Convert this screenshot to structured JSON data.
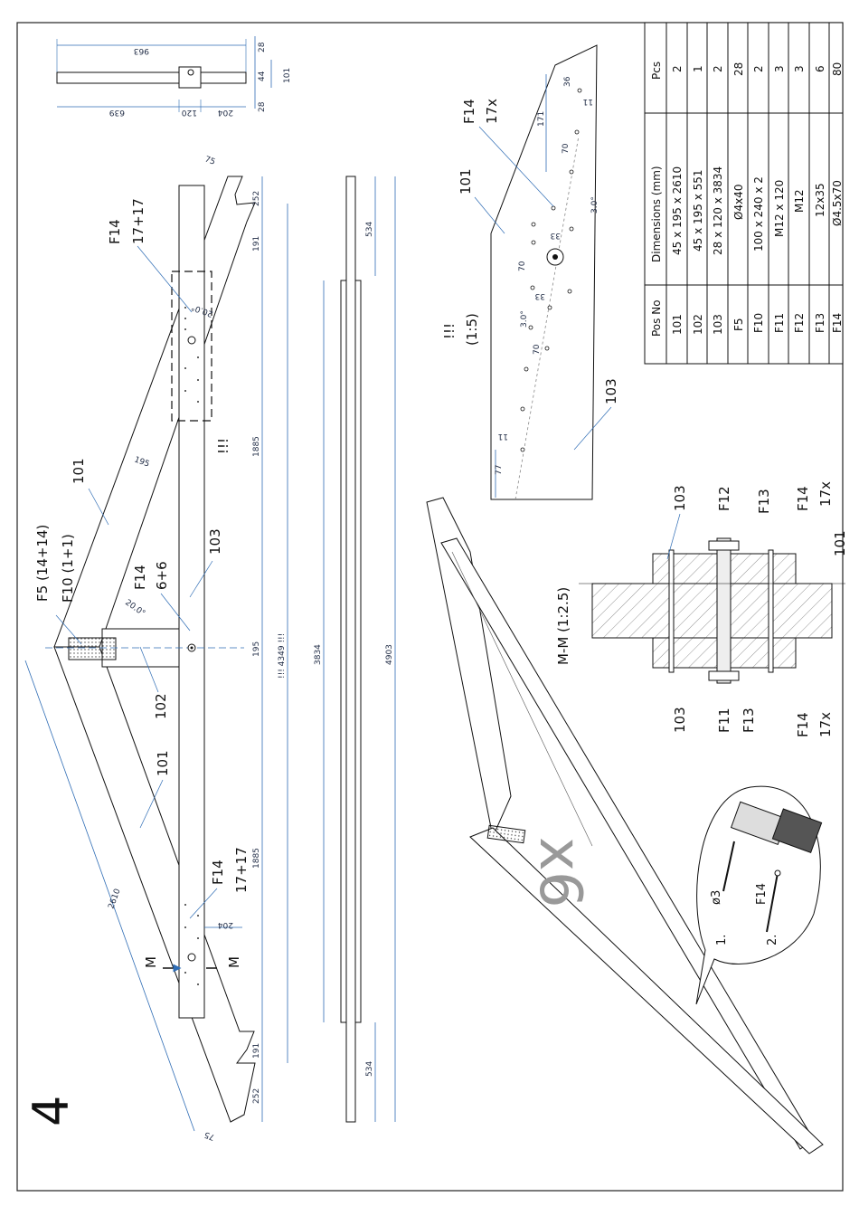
{
  "sheet": {
    "step_number": "4",
    "multiplier": "x6"
  },
  "parts_table": {
    "headers": [
      "Pos No",
      "Dimensions (mm)",
      "Pcs"
    ],
    "rows": [
      [
        "101",
        "45 x 195 x 2610",
        "2"
      ],
      [
        "102",
        "45 x 195 x 551",
        "1"
      ],
      [
        "103",
        "28 x 120 x 3834",
        "2"
      ],
      [
        "F5",
        "Ø4x40",
        "28"
      ],
      [
        "F10",
        "100 x 240 x  2",
        "2"
      ],
      [
        "F11",
        "M12 x 120",
        "3"
      ],
      [
        "F12",
        "M12",
        "3"
      ],
      [
        "F13",
        "12x35",
        "6"
      ],
      [
        "F14",
        "Ø4.5x70",
        "80"
      ]
    ]
  },
  "main_view": {
    "part_labels": {
      "p101_upper": "101",
      "p101_lower": "101",
      "p102": "102",
      "p103": "103",
      "f5": "F5 (14+14)",
      "f10": "F10 (1+1)",
      "f14_center": "F14",
      "f14_center_qty": "6+6",
      "f14_top": "F14",
      "f14_top_qty": "17+17",
      "f14_bottom": "F14",
      "f14_bottom_qty": "17+17",
      "warn": "!!!",
      "section_m1": "M",
      "section_m2": "M"
    },
    "dims": {
      "d2610": "2610",
      "d75a": "75",
      "d75b": "75",
      "d195": "195",
      "d252a": "252",
      "d191a": "191",
      "d1885a": "1885",
      "d195b": "195",
      "d4349": "!!! 4349 !!!",
      "d1885b": "1885",
      "d191b": "191",
      "d252b": "252",
      "d204": "204",
      "a20a": "20.0°",
      "a20b": "20.0°"
    }
  },
  "top_view": {
    "dims": {
      "d963": "963",
      "d28a": "28",
      "d44": "44",
      "d101": "101",
      "d28b": "28",
      "d639": "639",
      "d120": "120",
      "d204": "204"
    }
  },
  "side_view": {
    "dims": {
      "d534a": "534",
      "d3834": "3834",
      "d4903": "4903",
      "d534b": "534"
    }
  },
  "detail_view": {
    "title": "!!!",
    "scale": "(1:5)",
    "labels": {
      "f14": "F14",
      "f14_qty": "17x",
      "p101": "101",
      "p103": "103"
    },
    "dims": {
      "d36": "36",
      "d11a": "11",
      "d171": "171",
      "d70a": "70",
      "a30a": "3.0°",
      "d33a": "33",
      "d70b": "70",
      "d33b": "33",
      "a30b": "3.0°",
      "d70c": "70",
      "d11b": "11",
      "d77": "77"
    }
  },
  "section_view": {
    "title": "M-M (1:2.5)",
    "labels": {
      "p103_top": "103",
      "f12": "F12",
      "f13_top": "F13",
      "f14_top": "F14",
      "f14_top_qty": "17x",
      "p101": "101",
      "p103_bot": "103",
      "f11": "F11",
      "f13_bot": "F13",
      "f14_bot": "F14",
      "f14_bot_qty": "17x"
    }
  },
  "callout": {
    "step1": "1.",
    "drill_size": "ø3",
    "step2": "2.",
    "screw": "F14"
  }
}
